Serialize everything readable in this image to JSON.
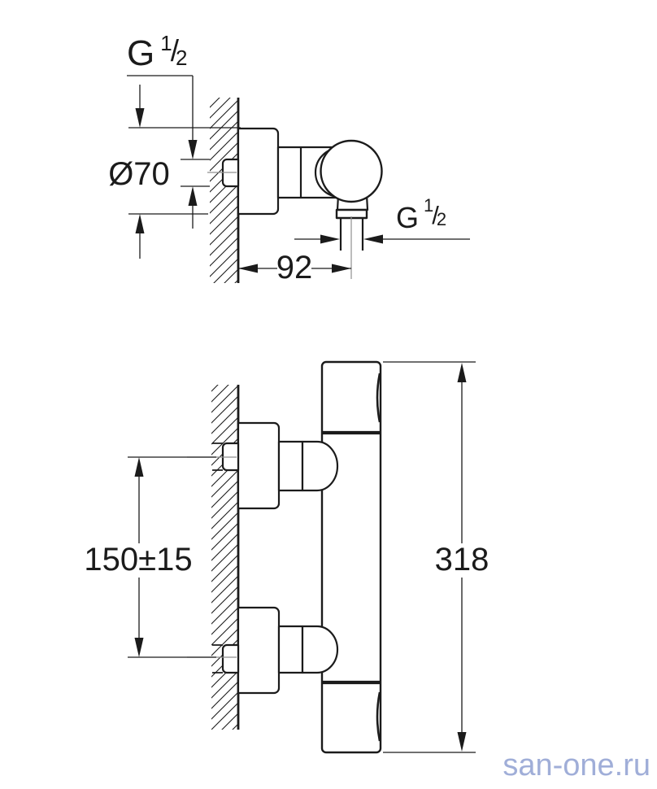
{
  "drawing": {
    "type": "technical dimension drawing, wall-mounted thermostatic shower mixer, two views",
    "colors": {
      "background": "#ffffff",
      "line": "#1b1b1b",
      "centerline": "#8f8f8f"
    }
  },
  "labels": {
    "g_top": {
      "g": "G",
      "num": "1",
      "slash": "/",
      "den": "2"
    },
    "g_side": {
      "g": "G",
      "num": "1",
      "slash": "/",
      "den": "2"
    },
    "diameter": "Ø70",
    "wall_to_outlet": "92",
    "inlet_center_distance": "150±15",
    "body_height": "318"
  },
  "watermark": {
    "text": "san-one.ru",
    "color": "#a0aed8"
  }
}
